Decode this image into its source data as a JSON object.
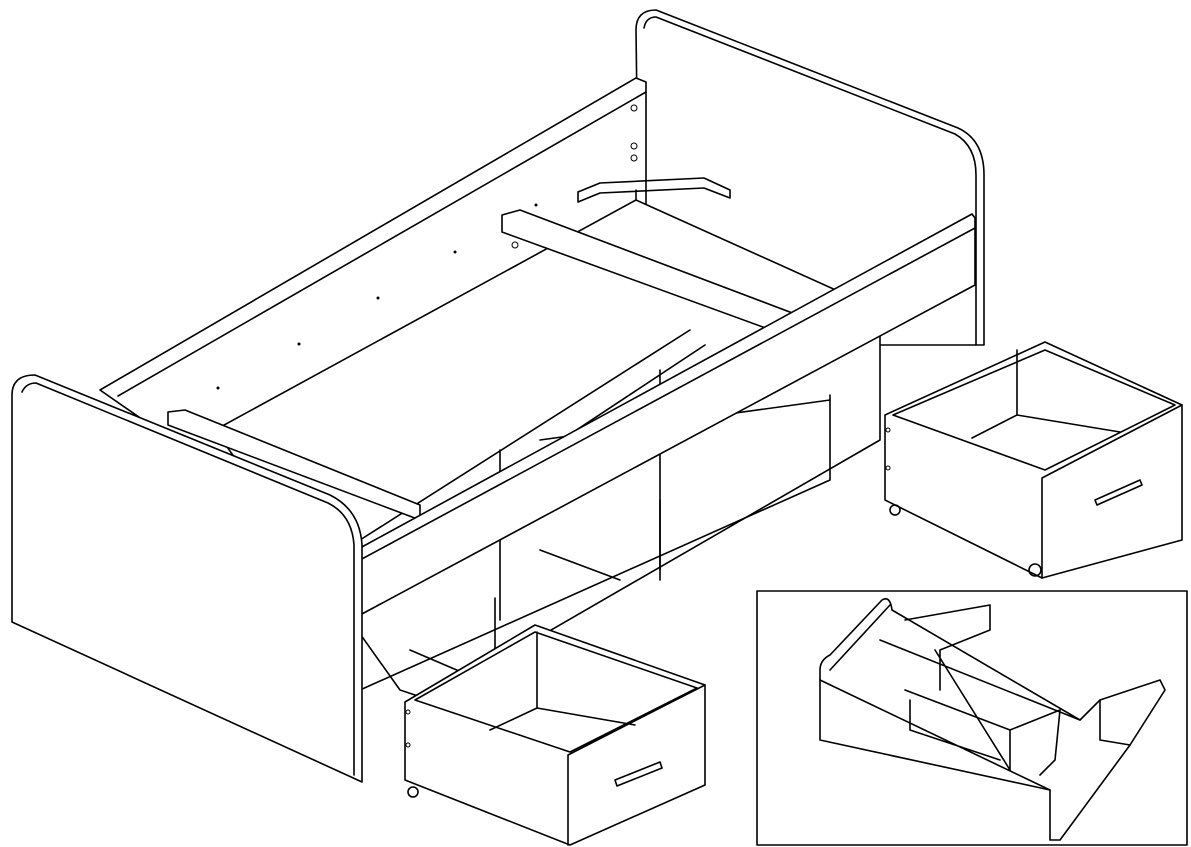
{
  "colors": {
    "stroke": "#000000",
    "background": "#ffffff"
  },
  "icons": [
    "bed-frame-drawing",
    "drawer-drawing",
    "inset-assembly-drawing"
  ]
}
